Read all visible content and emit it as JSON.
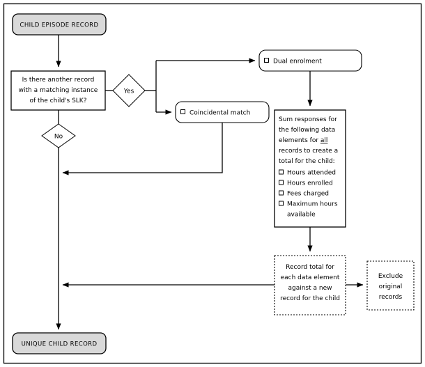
{
  "diagram": {
    "title_colors": {
      "terminator_fill": "#d9d9d9",
      "node_fill": "#ffffff",
      "line": "#000000"
    },
    "nodes": {
      "start": {
        "label": "CHILD EPISODE RECORD",
        "shape": "terminator"
      },
      "question": {
        "line1": "Is there another record",
        "line2": "with a matching instance",
        "line3": "of the child's SLK?",
        "shape": "process"
      },
      "yes_branch": {
        "label": "Yes",
        "shape": "decision"
      },
      "no_branch": {
        "label": "No",
        "shape": "decision"
      },
      "dual_enrolment": {
        "label": "Dual enrolment",
        "shape": "rounded",
        "bullet": "square-bullet-icon"
      },
      "coincidental_match": {
        "label": "Coincidental match",
        "shape": "rounded",
        "bullet": "square-bullet-icon"
      },
      "sum_responses": {
        "intro_line1": "Sum responses for",
        "intro_line2": "the following data",
        "intro_line3_pre": "elements for ",
        "intro_line3_em": "all",
        "intro_line4": "records to create a",
        "intro_line5": "total for the child:",
        "items": [
          "Hours attended",
          "Hours enrolled",
          "Fees charged",
          "Maximum hours"
        ],
        "item_wrap": "available",
        "shape": "process"
      },
      "record_total": {
        "line1": "Record total for",
        "line2": "each data element",
        "line3": "against a new",
        "line4": "record for the child",
        "shape": "dashed-process"
      },
      "exclude_original": {
        "line1": "Exclude",
        "line2": "original",
        "line3": "records",
        "shape": "dashed-process"
      },
      "end": {
        "label": "UNIQUE CHILD RECORD",
        "shape": "terminator"
      }
    },
    "edges": [
      {
        "name": "start-to-question",
        "from": "start",
        "to": "question",
        "arrow": true
      },
      {
        "name": "question-to-yes",
        "from": "question",
        "to": "yes_branch",
        "arrow": false
      },
      {
        "name": "question-to-no",
        "from": "question",
        "to": "no_branch",
        "arrow": false
      },
      {
        "name": "yes-to-dual-enrolment",
        "from": "yes_branch",
        "to": "dual_enrolment",
        "arrow": true
      },
      {
        "name": "yes-to-coincidental-match",
        "from": "yes_branch",
        "to": "coincidental_match",
        "arrow": true
      },
      {
        "name": "dual-enrolment-to-sum",
        "from": "dual_enrolment",
        "to": "sum_responses",
        "arrow": true
      },
      {
        "name": "coincidental-match-to-main",
        "from": "coincidental_match",
        "to": "main_spine",
        "arrow": true
      },
      {
        "name": "sum-to-record-total",
        "from": "sum_responses",
        "to": "record_total",
        "arrow": true
      },
      {
        "name": "record-total-to-exclude",
        "from": "record_total",
        "to": "exclude_original",
        "arrow": true
      },
      {
        "name": "record-total-to-main",
        "from": "record_total",
        "to": "main_spine",
        "arrow": true
      },
      {
        "name": "no-to-end",
        "from": "no_branch",
        "to": "end",
        "arrow": true
      }
    ]
  }
}
